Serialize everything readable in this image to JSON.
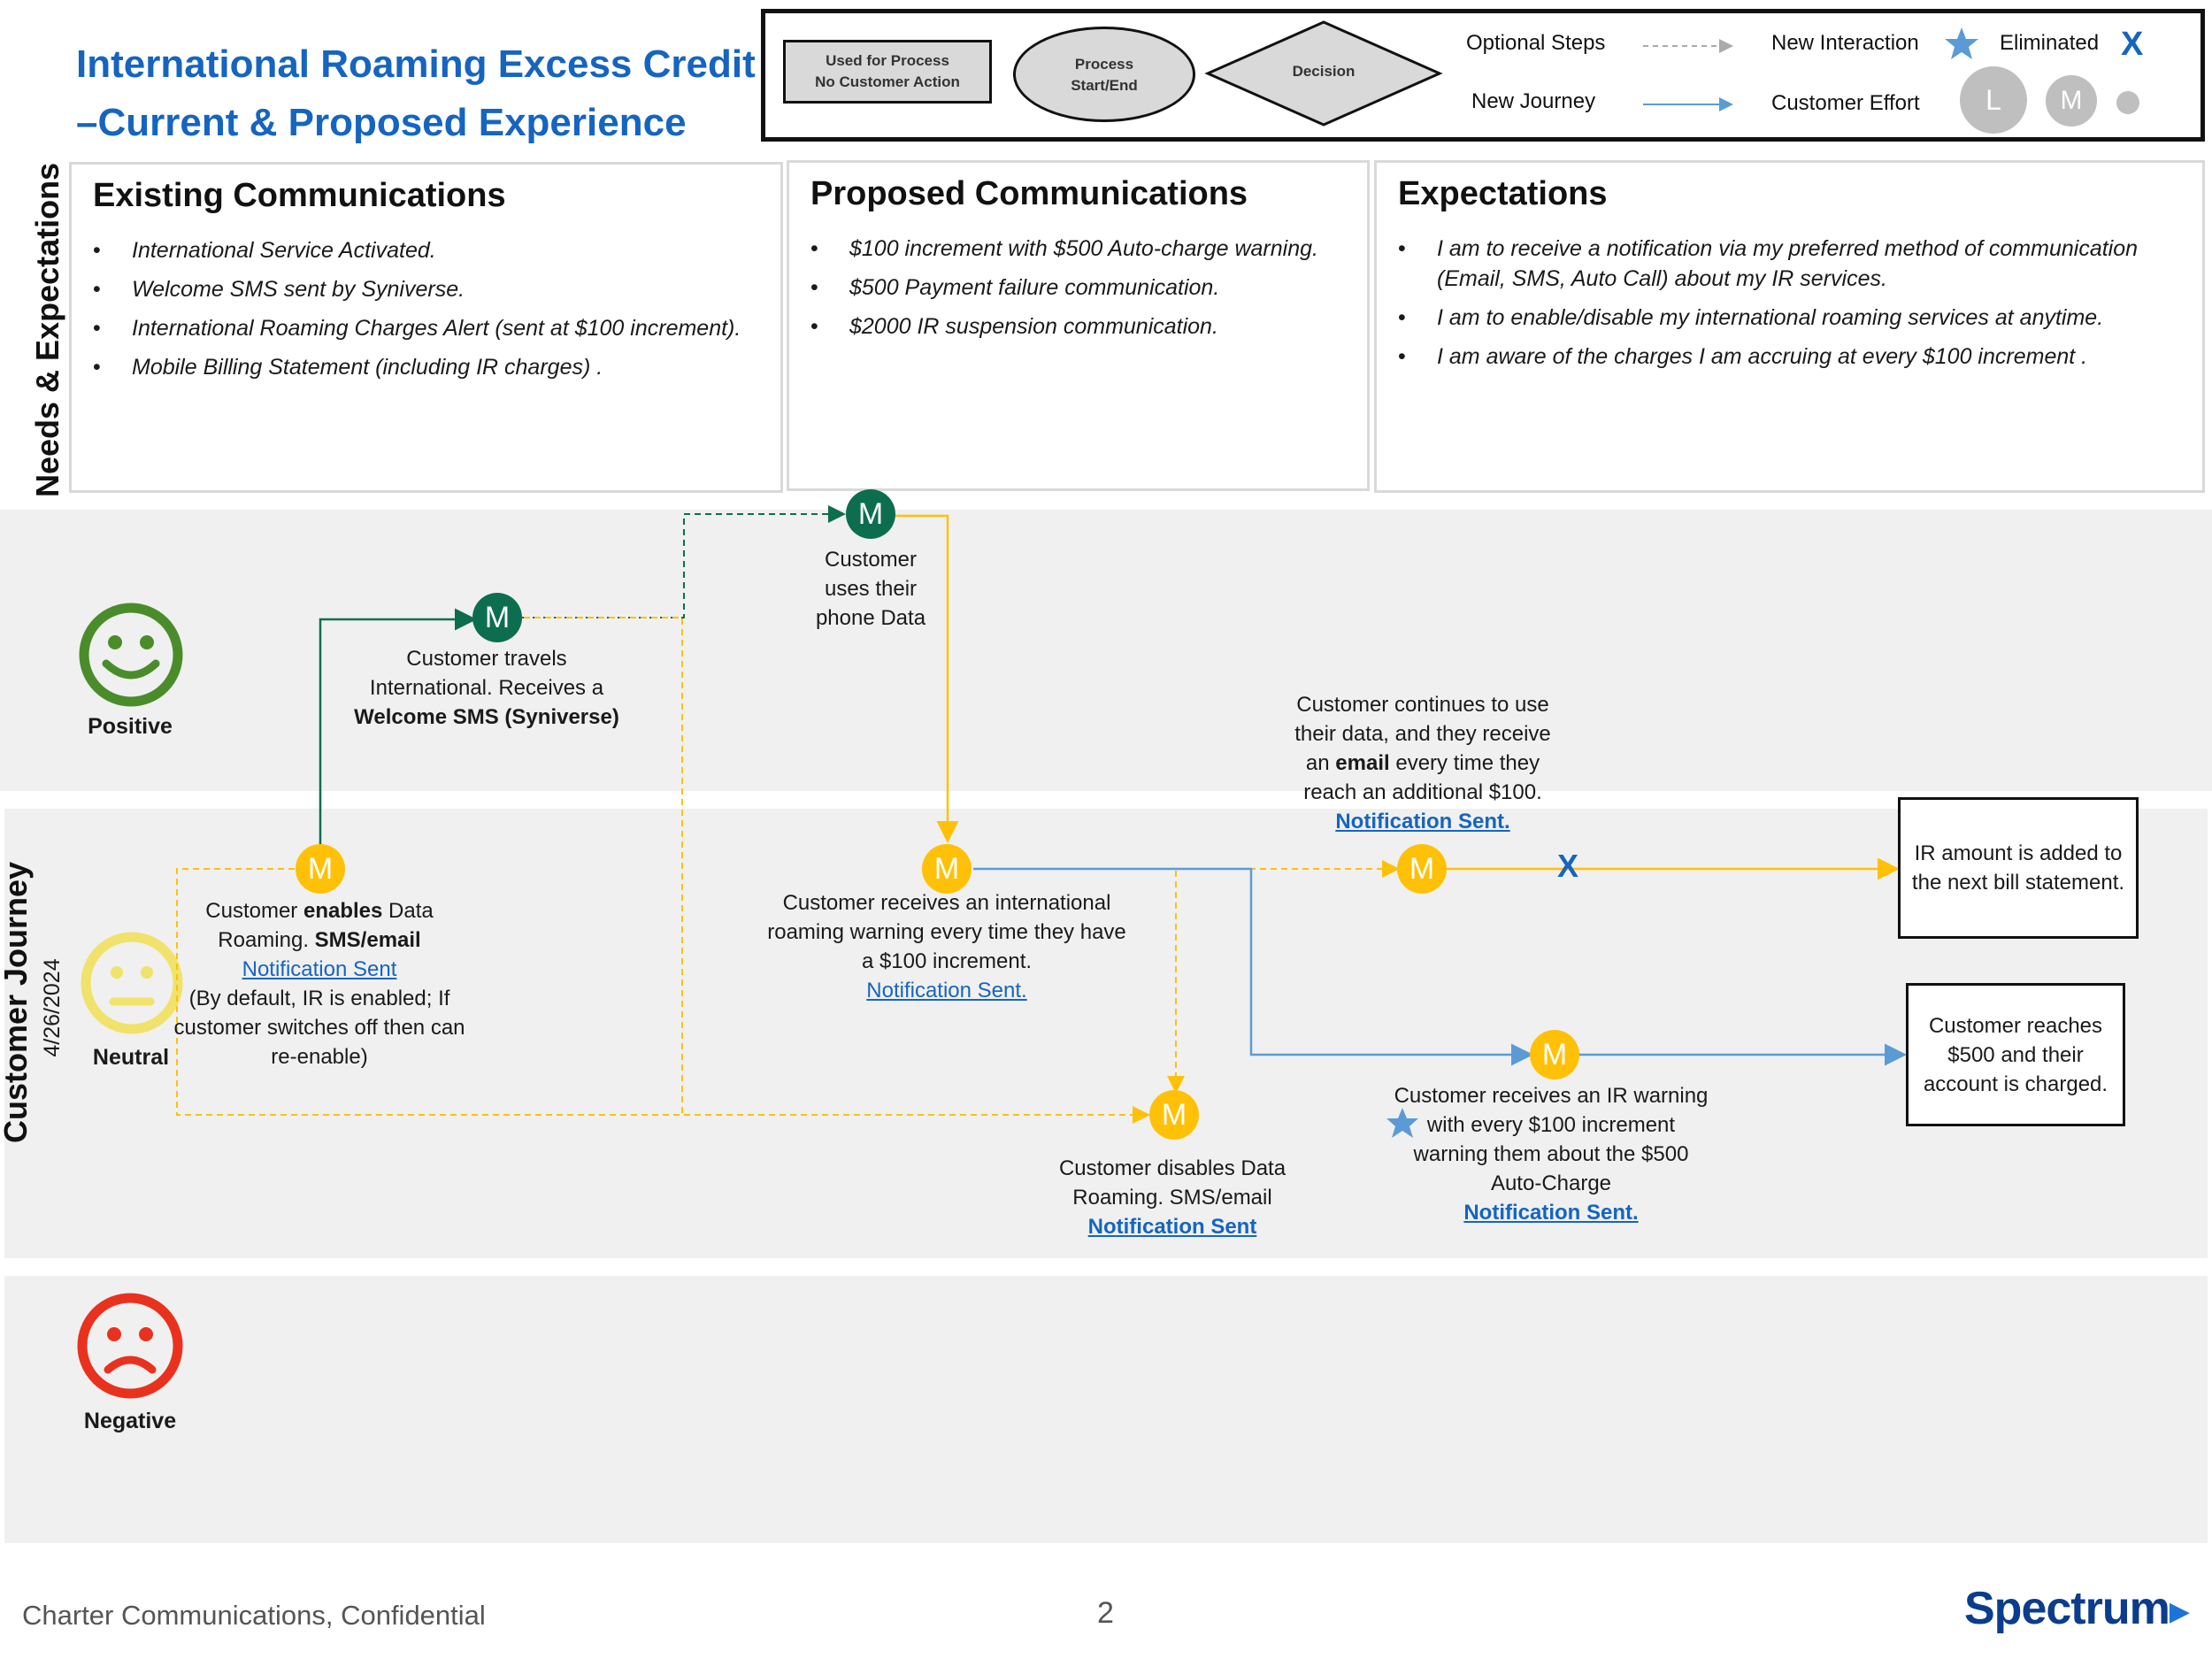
{
  "title": {
    "line1": "International Roaming Excess Credit",
    "line2": "–Current & Proposed Experience"
  },
  "legend": {
    "process_box": [
      "Used for Process",
      "No Customer Action"
    ],
    "start_end": [
      "Process",
      "Start/End"
    ],
    "decision": "Decision",
    "optional_steps": "Optional Steps",
    "new_journey": "New Journey",
    "new_interaction": "New Interaction",
    "customer_effort": "Customer Effort",
    "eliminated": "Eliminated",
    "eliminated_mark": "X",
    "effort_low": "L",
    "effort_medium": "M"
  },
  "side_labels": {
    "needs": "Needs & Expectations",
    "journey": "Customer Journey",
    "date": "4/26/2024"
  },
  "existing": {
    "heading": "Existing Communications",
    "items": [
      "International Service Activated.",
      "Welcome SMS sent by Syniverse.",
      "International Roaming Charges Alert (sent at $100 increment).",
      "Mobile Billing Statement (including IR charges) ."
    ]
  },
  "proposed": {
    "heading": "Proposed Communications",
    "items": [
      "$100 increment with $500 Auto-charge warning.",
      "$500 Payment failure communication.",
      "$2000 IR suspension communication."
    ]
  },
  "expectations": {
    "heading": "Expectations",
    "items": [
      "I am to receive a notification via my preferred method of communication (Email, SMS, Auto Call) about my IR services.",
      "I am to enable/disable my international roaming services at anytime.",
      "I am aware of the charges I am accruing at every $100 increment ."
    ]
  },
  "moods": {
    "positive": "Positive",
    "neutral": "Neutral",
    "negative": "Negative"
  },
  "node_letter": "M",
  "steps": {
    "enable": {
      "pre": "Customer ",
      "bold": "enables",
      "post": " Data",
      "line2_pre": "Roaming. ",
      "line2_bold": "SMS/email",
      "link": "Notification Sent",
      "note": "(By default, IR is enabled; If customer switches off then can re-enable)"
    },
    "travel": {
      "line1": "Customer travels",
      "line2": "International. Receives a",
      "bold": "Welcome SMS (Syniverse)"
    },
    "uses_data": [
      "Customer",
      "uses their",
      "phone Data"
    ],
    "warning": {
      "text": "Customer receives an international roaming warning every time they have a $100 increment.",
      "link": "Notification Sent."
    },
    "email": {
      "line1": "Customer continues to use",
      "line2": "their data, and they receive",
      "pre": "an ",
      "bold": "email",
      "post": " every time they",
      "line4": "reach an additional $100.",
      "link": "Notification Sent."
    },
    "disable": {
      "text": "Customer disables Data Roaming. SMS/email",
      "link": "Notification Sent"
    },
    "ir_warning": {
      "text": "Customer receives an IR warning with every $100 increment warning them about the $500 Auto-Charge",
      "link": "Notification Sent."
    },
    "bill": "IR amount is added to the next bill statement.",
    "charged": "Customer reaches $500 and their account is charged."
  },
  "eliminated_mark": "X",
  "footer": {
    "left": "Charter Communications, Confidential",
    "page": "2",
    "brand": "Spectrum"
  },
  "colors": {
    "title": "#1565c0",
    "yellow": "#ffc107",
    "green": "#0d6e4f",
    "blue_line": "#5b9bd5",
    "positive": "#4a8c2a",
    "neutral": "#f0e26a",
    "negative": "#e8321e"
  }
}
